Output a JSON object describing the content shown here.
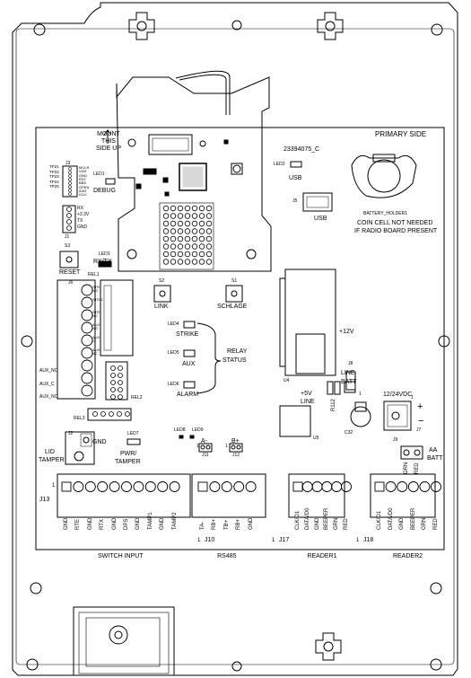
{
  "board": {
    "part_number": "23394075_C",
    "side": "PRIMARY SIDE",
    "mount": [
      "MOUNT",
      "THIS",
      "SIDE UP"
    ],
    "coin_cell_note": [
      "COIN CELL NOT NEEDED",
      "IF RADIO BOARD PRESENT"
    ],
    "battery_holder": "BATTERY_HOLDER1"
  },
  "leds": {
    "led1": "LED1",
    "led2": "LED2",
    "led3": "LED3",
    "led4": "LED4",
    "led5": "LED5",
    "led6": "LED6",
    "led7": "LED7",
    "led8": "LED8",
    "led9": "LED9"
  },
  "labels": {
    "debug": "DEBUG",
    "usb_led": "USB",
    "usb_port": "USB",
    "j5": "J5",
    "j1": "J1",
    "j3": "J3",
    "j6": "J6",
    "s3": "S3",
    "reset": "RESET",
    "rxtx": "RX/TX",
    "rel1": "REL1",
    "s2": "S2",
    "link": "LINK",
    "s1": "S1",
    "schlage": "SCHLAGE",
    "strike": "STRIKE",
    "aux": "AUX",
    "alarm": "ALARM",
    "relay": "RELAY",
    "status": "STATUS",
    "v12": "+12V",
    "u4": "U4",
    "line_batt_1": "LINE",
    "line_batt_2": "BATT",
    "j8": "J8",
    "j8_pin": "1",
    "v5": "+5V",
    "line": "LINE",
    "u5": "U5",
    "r112": "R112",
    "c32": "C32",
    "v1224": "12/24VDC",
    "plus": "+",
    "minus": "−",
    "j7": "J7",
    "j7_pin": "1",
    "j9": "J9",
    "aa_batt_1": "AA",
    "aa_batt_2": "BATT",
    "rel2": "REL2",
    "rel3": "REL3",
    "j2": "J2",
    "gnd": "GND",
    "lid_tamper_1": "LID",
    "lid_tamper_2": "TAMPER",
    "pwr_tamper_1": "PWR/",
    "pwr_tamper_2": "TAMPER",
    "a_minus": "A-",
    "j11": "J11",
    "b_plus": "B+",
    "j12": "J12",
    "pin1": "1",
    "aux_no": "AUX_NO",
    "aux_c": "AUX_C",
    "aux_nc": "AUX_NC",
    "j13": "J13"
  },
  "j1_pins": [
    "RX",
    "+3.3V",
    "TX",
    "GND"
  ],
  "j3_pins": [
    "MCLR",
    "VDD",
    "GND",
    "RST",
    "BBS",
    "OPEN",
    "IDAT",
    "ICLK"
  ],
  "tp_labels": [
    "TP21",
    "TP22",
    "TP23",
    "TP24",
    "TP25"
  ],
  "j6_pins": [
    "STR NO",
    "STR C",
    "STR NC",
    "AUX NO",
    "AUX C",
    "AUX NC"
  ],
  "connectors": [
    {
      "ref": "J13",
      "name": "SWITCH INPUT",
      "pins": [
        "GND",
        "RTE",
        "GND",
        "RTX",
        "GND",
        "DPS",
        "GND",
        "TAMP1",
        "GND",
        "TAMP2"
      ]
    },
    {
      "ref": "J10",
      "name": "RS485",
      "pins": [
        "TA-",
        "RB+",
        "TB+",
        "RB+",
        "GND"
      ]
    },
    {
      "ref": "J17",
      "name": "READER1",
      "pins": [
        "CLK/D1",
        "DATA/D0",
        "GND",
        "BEEPER",
        "GRN",
        "RED"
      ]
    },
    {
      "ref": "J18",
      "name": "READER2",
      "pins": [
        "CLK/D1",
        "DATA/D0",
        "GND",
        "BEEPER",
        "GRN",
        "RED"
      ]
    }
  ],
  "j9_pins": [
    "GRN",
    "RED"
  ]
}
